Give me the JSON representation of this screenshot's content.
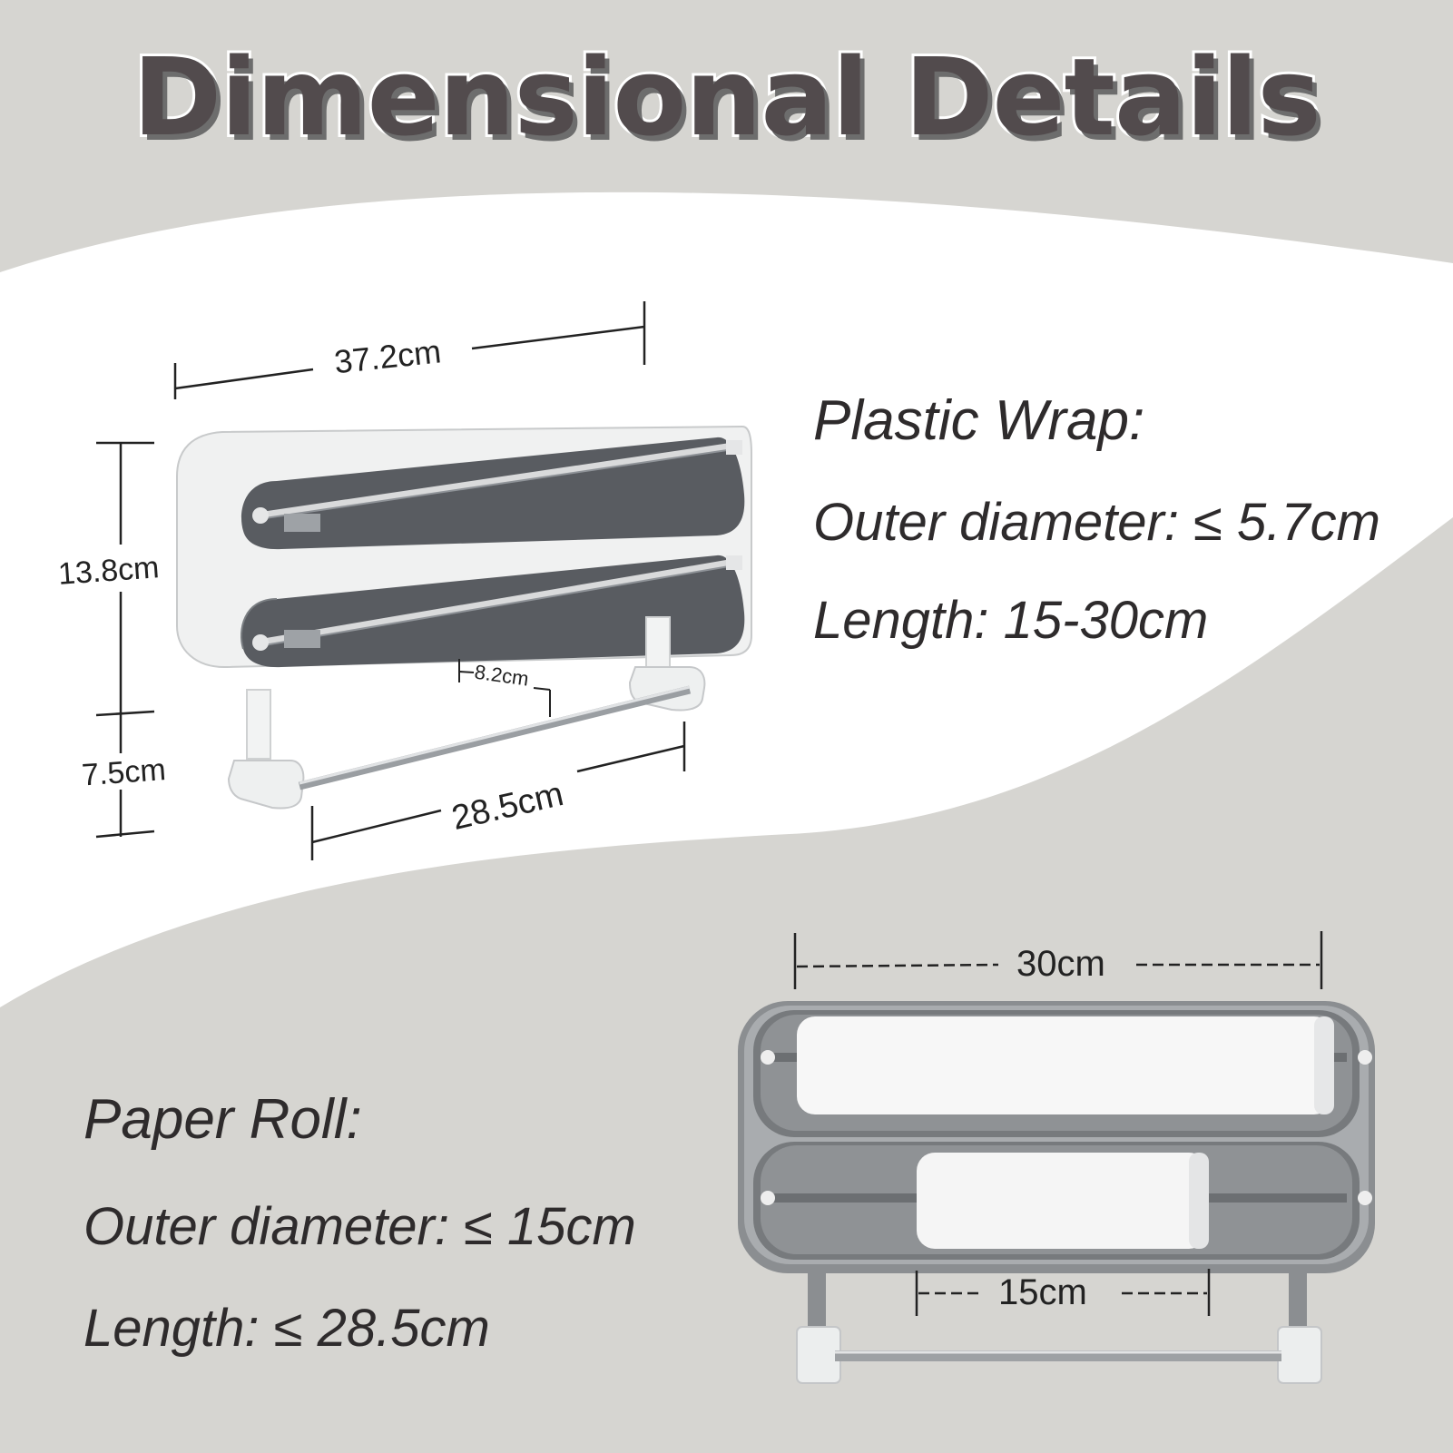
{
  "title": "Dimensional Details",
  "colors": {
    "background_gray": "#d6d5d1",
    "band_white": "#ffffff",
    "title_fill": "#524b4d",
    "title_outline": "#ffffff",
    "dispenser_dark": "#5b5e62",
    "dispenser_light": "#eceeee"
  },
  "plastic_wrap": {
    "heading": "Plastic Wrap:",
    "outer_diameter": "Outer diameter: ≤ 5.7cm",
    "length": "Length: 15-30cm"
  },
  "paper_roll": {
    "heading": "Paper Roll:",
    "outer_diameter": "Outer diameter: ≤ 15cm",
    "length": "Length: ≤ 28.5cm"
  },
  "dimensions_top": {
    "width": "37.2cm",
    "height": "13.8cm",
    "leg_height": "7.5cm",
    "bar_offset": "8.2cm",
    "bar_length": "28.5cm"
  },
  "dimensions_bottom": {
    "roll_width": "30cm",
    "small_roll_width": "15cm"
  }
}
